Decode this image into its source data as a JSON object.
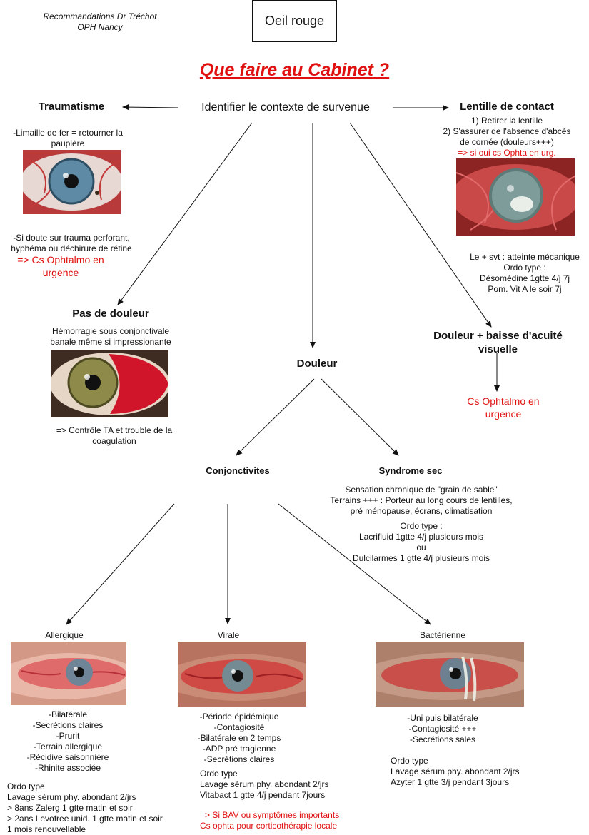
{
  "header": {
    "credit_line1": "Recommandations Dr Tréchot",
    "credit_line2": "OPH Nancy",
    "title_box": "Oeil rouge",
    "main_title": "Que faire au Cabinet ?"
  },
  "center": {
    "label": "Identifier le contexte de survenue"
  },
  "trauma": {
    "title": "Traumatisme",
    "note1_line1": "-Limaille de fer = retourner la",
    "note1_line2": "paupière",
    "note2_line1": "-Si doute sur trauma perforant,",
    "note2_line2": "hyphéma ou déchirure de rétine",
    "urgent_line1": "=> Cs Ophtalmo en",
    "urgent_line2": "urgence"
  },
  "contact": {
    "title": "Lentille de contact",
    "step1": "1) Retirer la lentille",
    "step2_line1": "2) S'assurer de l'absence d'abcès",
    "step2_line2": "de cornée (douleurs+++)",
    "urgent": "=> si oui cs Ophta en urg.",
    "note": "Le + svt : atteinte mécanique",
    "ordo_title": "Ordo type :",
    "ordo1": "Désomédine 1gtte 4/j 7j",
    "ordo2": "Pom. Vit A le soir 7j"
  },
  "no_pain": {
    "title": "Pas de douleur",
    "desc_line1": "Hémorragie sous conjonctivale",
    "desc_line2": "banale même si impressionante",
    "action_line1": "=> Contrôle TA et trouble de la",
    "action_line2": "coagulation"
  },
  "pain": {
    "title": "Douleur"
  },
  "pain_vision": {
    "title_line1": "Douleur + baisse d'acuité",
    "title_line2": "visuelle",
    "urgent_line1": "Cs Ophtalmo en",
    "urgent_line2": "urgence"
  },
  "conj": {
    "title": "Conjonctivites"
  },
  "dry": {
    "title": "Syndrome sec",
    "desc1": "Sensation chronique de \"grain de sable\"",
    "desc2": "Terrains +++ : Porteur au long cours de lentilles,",
    "desc3": "pré ménopause, écrans, climatisation",
    "ordo_title": "Ordo type :",
    "ordo1": "Lacrifluid 1gtte 4/j plusieurs mois",
    "ordo_or": "ou",
    "ordo2": "Dulcilarmes 1 gtte 4/j plusieurs mois"
  },
  "allergic": {
    "title": "Allergique",
    "signs": [
      "-Bilatérale",
      "-Secrétions claires",
      "-Prurit",
      "-Terrain allergique",
      "-Récidive saisonnière",
      "-Rhinite associée"
    ],
    "ordo_title": "Ordo type",
    "ordo": [
      "Lavage sérum phy. abondant 2/jrs",
      "> 8ans Zalerg 1 gtte matin et soir",
      "> 2ans Levofree unid. 1 gtte matin et soir",
      "1 mois renouvellable"
    ]
  },
  "viral": {
    "title": "Virale",
    "signs": [
      "-Période épidémique",
      "-Contagiosité",
      "-Bilatérale en 2 temps",
      "-ADP pré tragienne",
      "-Secrétions claires"
    ],
    "ordo_title": "Ordo type",
    "ordo": [
      "Lavage sérum phy. abondant 2/jrs",
      "Vitabact 1 gtte 4/j  pendant 7jours"
    ],
    "warning_line1": "=> Si BAV ou symptômes importants",
    "warning_line2": "Cs ophta  pour corticothérapie locale"
  },
  "bacterial": {
    "title": "Bactérienne",
    "signs": [
      "-Uni puis bilatérale",
      "-Contagiosité +++",
      "-Secrétions sales"
    ],
    "ordo_title": "Ordo type",
    "ordo": [
      "Lavage sérum phy. abondant 2/jrs",
      "Azyter 1 gtte 3/j  pendant 3jours"
    ]
  },
  "photos": {
    "trauma": "eye-photo-blue-iris-foreign-body",
    "contact": "eye-photo-corneal-abscess",
    "hemorrhage": "eye-photo-subconjunctival-hemorrhage",
    "allergic": "eye-photo-allergic-red-eye",
    "viral": "eye-photo-viral-red-eye",
    "bacterial": "eye-photo-bacterial-discharge"
  },
  "colors": {
    "urgent": "#e01010",
    "text": "#111111"
  }
}
